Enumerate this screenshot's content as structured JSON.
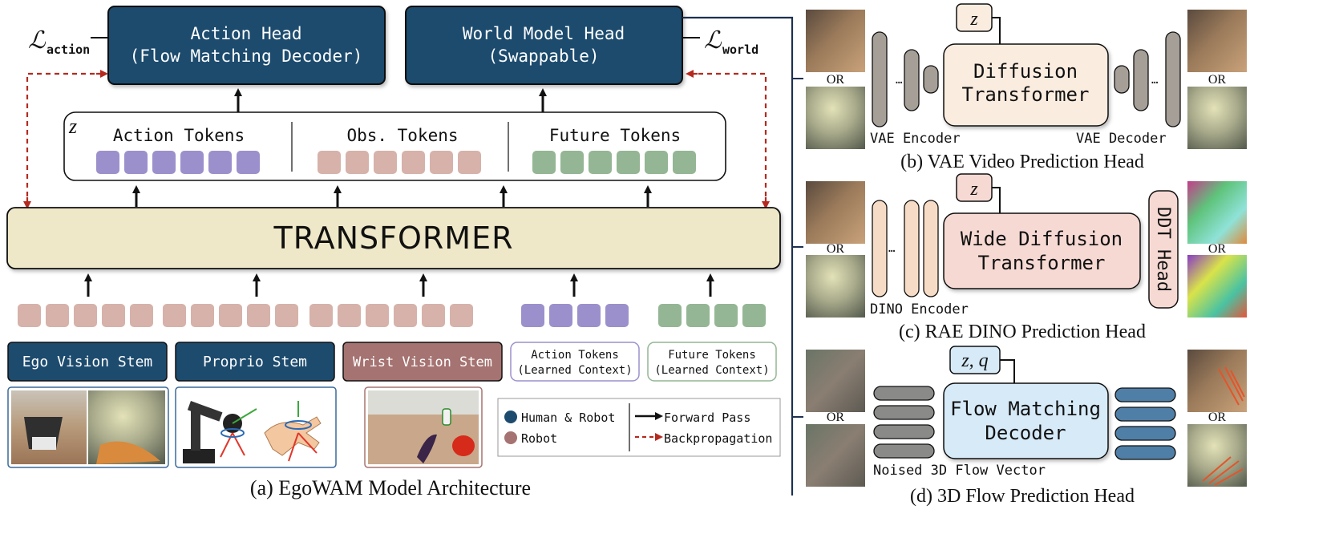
{
  "colors": {
    "navy": "#1d4b6e",
    "navy_dark": "#123550",
    "robot_pink": "#a57371",
    "purple_token": "#9c90cc",
    "pink_token": "#d6b2aa",
    "green_token": "#94b694",
    "transformer_fill": "#efe8c8",
    "diffusion_fill": "#fbece0",
    "wide_diffusion_fill": "#f7d9d3",
    "flow_fill": "#d6eaf8",
    "vae_gray": "#a59f97",
    "dino_fill": "#f6dcc6",
    "red_arrow": "#b52a1f",
    "flow_blue": "#4f7fa6"
  },
  "left": {
    "action_head": {
      "line1": "Action Head",
      "line2": "(Flow Matching Decoder)"
    },
    "world_head": {
      "line1": "World Model Head",
      "line2": "(Swappable)"
    },
    "loss_action": {
      "symbol": "ℒ",
      "sub": "action"
    },
    "loss_world": {
      "symbol": "ℒ",
      "sub": "world"
    },
    "z_label": "z",
    "output_tokens": {
      "action": "Action Tokens",
      "obs": "Obs. Tokens",
      "future": "Future Tokens"
    },
    "transformer": "TRANSFORMER",
    "stems": {
      "ego": "Ego Vision Stem",
      "proprio": "Proprio Stem",
      "wrist": "Wrist Vision Stem",
      "action_ctx": {
        "line1": "Action Tokens",
        "line2": "(Learned Context)"
      },
      "future_ctx": {
        "line1": "Future Tokens",
        "line2": "(Learned Context)"
      }
    },
    "legend": {
      "human_robot": "Human & Robot",
      "robot": "Robot",
      "forward": "Forward Pass",
      "backprop": "Backpropagation"
    },
    "caption": "(a) EgoWAM Model Architecture"
  },
  "right": {
    "or": "OR",
    "b": {
      "z": "z",
      "box_line1": "Diffusion",
      "box_line2": "Transformer",
      "encoder": "VAE Encoder",
      "decoder": "VAE Decoder",
      "caption": "(b) VAE Video Prediction Head"
    },
    "c": {
      "z": "z",
      "box_line1": "Wide Diffusion",
      "box_line2": "Transformer",
      "ddt": "DDT Head",
      "encoder": "DINO Encoder",
      "caption": "(c) RAE DINO Prediction Head"
    },
    "d": {
      "zq": "z, q",
      "box_line1": "Flow Matching",
      "box_line2": "Decoder",
      "noised": "Noised 3D Flow Vector",
      "caption": "(d) 3D Flow Prediction Head"
    }
  }
}
